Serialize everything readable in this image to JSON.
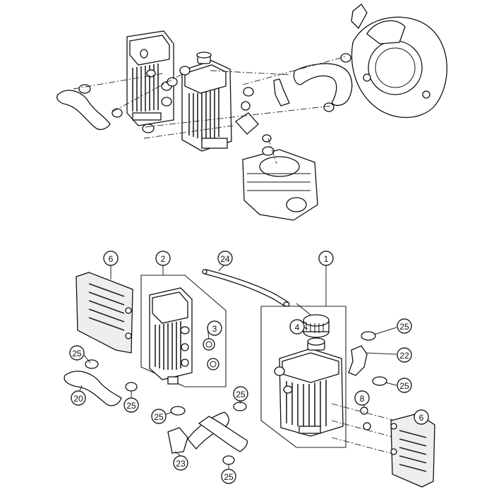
{
  "callouts": [
    {
      "id": "c6a",
      "label": "6"
    },
    {
      "id": "c2",
      "label": "2"
    },
    {
      "id": "c24",
      "label": "24"
    },
    {
      "id": "c1",
      "label": "1"
    },
    {
      "id": "c3",
      "label": "3"
    },
    {
      "id": "c4",
      "label": "4"
    },
    {
      "id": "c25a",
      "label": "25"
    },
    {
      "id": "c22",
      "label": "22"
    },
    {
      "id": "c25b",
      "label": "25"
    },
    {
      "id": "c25c",
      "label": "25"
    },
    {
      "id": "c20",
      "label": "20"
    },
    {
      "id": "c25d",
      "label": "25"
    },
    {
      "id": "c25e",
      "label": "25"
    },
    {
      "id": "c8",
      "label": "8"
    },
    {
      "id": "c25f",
      "label": "25"
    },
    {
      "id": "c6b",
      "label": "6"
    },
    {
      "id": "c23",
      "label": "23"
    },
    {
      "id": "c25g",
      "label": "25"
    }
  ]
}
